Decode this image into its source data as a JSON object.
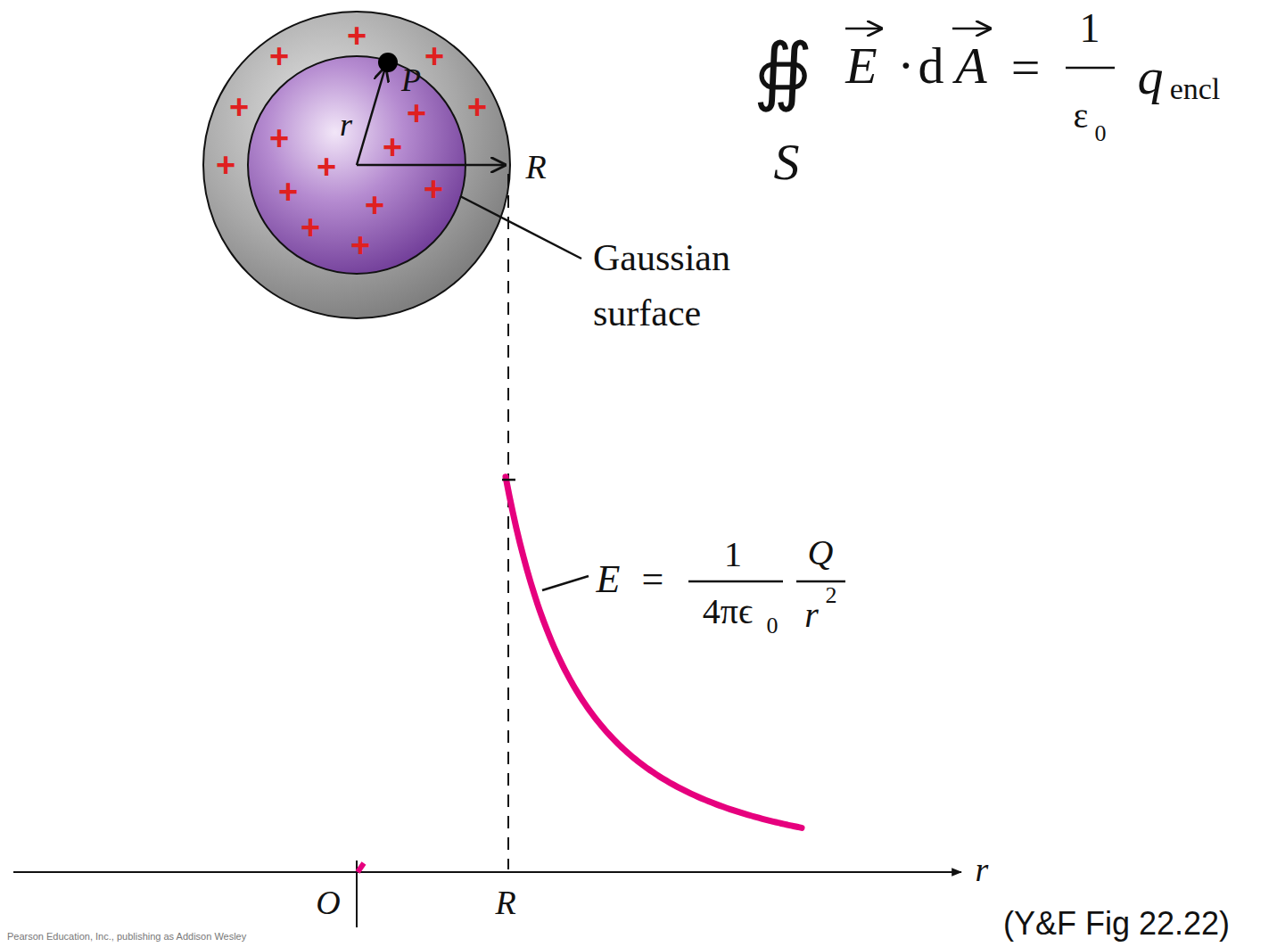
{
  "diagram": {
    "caption": "(Y&F Fig 22.22)",
    "labels": [
      "+",
      "+",
      "+",
      "+",
      "+",
      "+",
      "+",
      "+",
      "+",
      "+",
      "+",
      "+",
      "+",
      "+",
      "+",
      "P",
      "r",
      "R",
      "Gaussian surface",
      "∯",
      "E",
      "·",
      "d",
      "A",
      "=",
      "1",
      "ε",
      "0",
      "q",
      "encl",
      "S",
      "E",
      "=",
      "1",
      "4πϵ",
      "0",
      "Q",
      "r",
      "2",
      "r",
      "O",
      "R",
      "Pearson Education, Inc., publishing as Addison Wesley"
    ]
  }
}
